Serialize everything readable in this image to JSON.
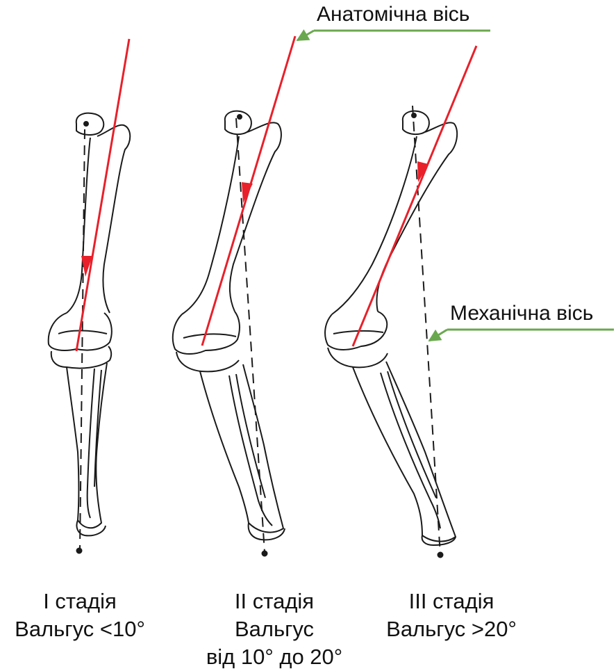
{
  "labels": {
    "anatomical_axis": "Анатомічна вісь",
    "mechanical_axis": "Механічна вісь"
  },
  "stages": [
    {
      "stage": "I стадія",
      "valgus": "Вальгус <10°",
      "extra": ""
    },
    {
      "stage": "II стадія",
      "valgus": "Вальгус",
      "extra": "від 10° до 20°"
    },
    {
      "stage": "III стадія",
      "valgus": "Вальгус >20°",
      "extra": ""
    }
  ],
  "colors": {
    "anatomical_axis": "#e8202a",
    "callout_line": "#6aa84f",
    "bone_outline": "#1a1a1a",
    "mechanical_axis": "#1a1a1a"
  }
}
